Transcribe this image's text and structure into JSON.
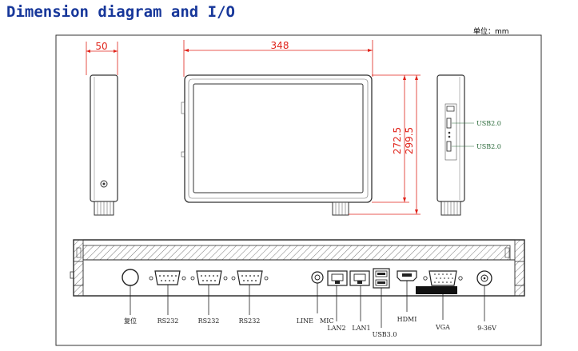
{
  "title": "Dimension diagram and I/O",
  "unit": "单位：mm",
  "dimensions": {
    "side_width": "50",
    "front_width": "348",
    "inner_height": "272.5",
    "outer_height": "299.5"
  },
  "usb_side": [
    "USB2.0",
    "USB2.0"
  ],
  "ports": [
    {
      "label": "复位"
    },
    {
      "label": "RS232"
    },
    {
      "label": "RS232"
    },
    {
      "label": "RS232"
    },
    {
      "label": "LINE"
    },
    {
      "label": "MIC"
    },
    {
      "label": "LAN2"
    },
    {
      "label": "LAN1"
    },
    {
      "label": "USB3.0"
    },
    {
      "label": "HDMI"
    },
    {
      "label": "VGA"
    },
    {
      "label": "9-36V"
    }
  ]
}
